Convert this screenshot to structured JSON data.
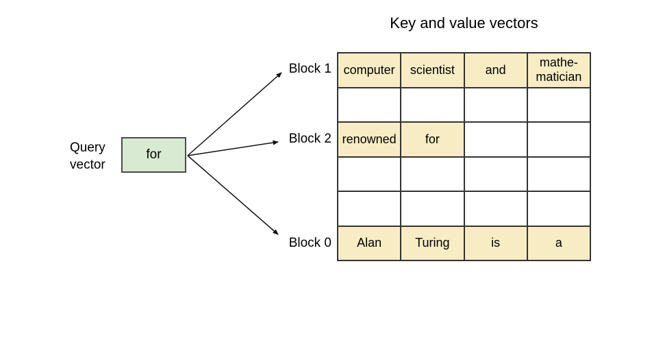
{
  "title": "Key and value vectors",
  "query_vector": {
    "label": "Query\nvector",
    "box_text": "for"
  },
  "block_labels": [
    "Block 1",
    "Block 2",
    "Block 0"
  ],
  "table": {
    "columns": 4,
    "rows": [
      {
        "block": "Block 1",
        "cells": [
          {
            "text": "computer",
            "highlight": true
          },
          {
            "text": "scientist",
            "highlight": true
          },
          {
            "text": "and",
            "highlight": true
          },
          {
            "text": "mathe-matician",
            "highlight": true
          }
        ]
      },
      {
        "block": "",
        "cells": [
          {
            "text": "",
            "highlight": false
          },
          {
            "text": "",
            "highlight": false
          },
          {
            "text": "",
            "highlight": false
          },
          {
            "text": "",
            "highlight": false
          }
        ]
      },
      {
        "block": "Block 2",
        "cells": [
          {
            "text": "renowned",
            "highlight": true
          },
          {
            "text": "for",
            "highlight": true
          },
          {
            "text": "",
            "highlight": false
          },
          {
            "text": "",
            "highlight": false
          }
        ]
      },
      {
        "block": "",
        "cells": [
          {
            "text": "",
            "highlight": false
          },
          {
            "text": "",
            "highlight": false
          },
          {
            "text": "",
            "highlight": false
          },
          {
            "text": "",
            "highlight": false
          }
        ]
      },
      {
        "block": "",
        "cells": [
          {
            "text": "",
            "highlight": false
          },
          {
            "text": "",
            "highlight": false
          },
          {
            "text": "",
            "highlight": false
          },
          {
            "text": "",
            "highlight": false
          }
        ]
      },
      {
        "block": "Block 0",
        "cells": [
          {
            "text": "Alan",
            "highlight": true
          },
          {
            "text": "Turing",
            "highlight": true
          },
          {
            "text": "is",
            "highlight": true
          },
          {
            "text": "a",
            "highlight": true
          }
        ]
      }
    ]
  },
  "colors": {
    "highlight_cell": "#f8ecc4",
    "query_box_fill": "#d9ead3",
    "table_border": "#333333",
    "arrow": "#111111"
  }
}
